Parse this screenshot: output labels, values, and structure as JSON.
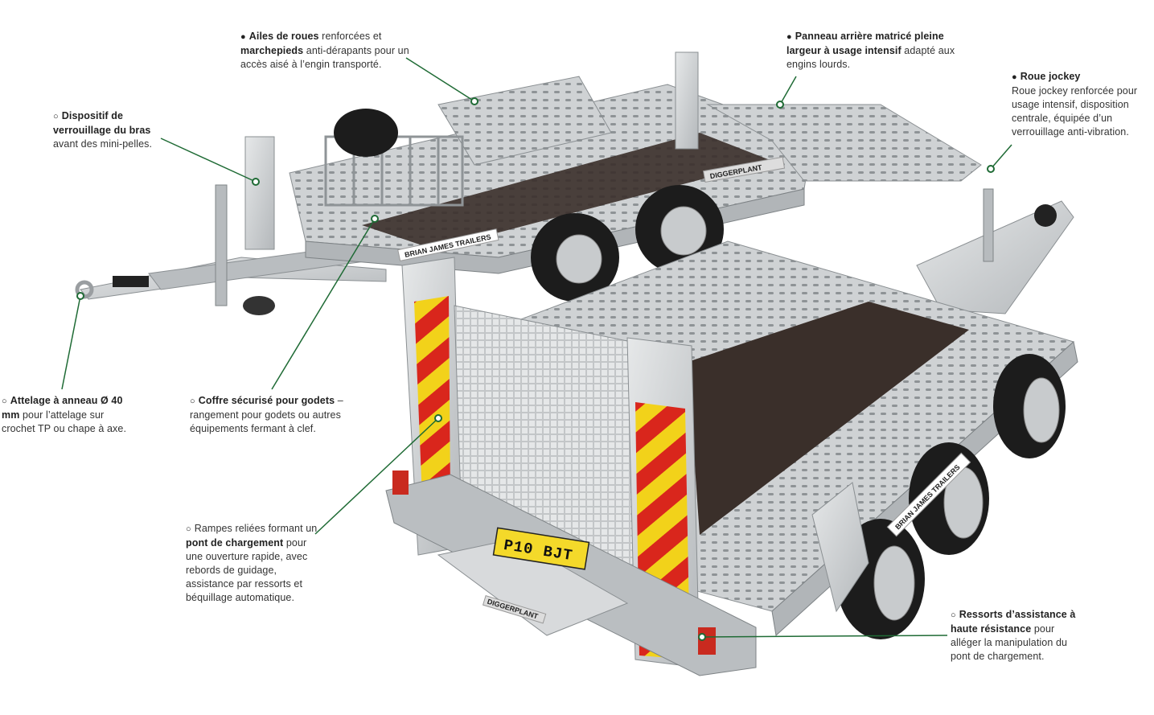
{
  "callouts": [
    {
      "id": "ailes",
      "bullet": "●",
      "parts": [
        {
          "t": "Ailes de roues",
          "b": true
        },
        {
          "t": " renforcées et ",
          "b": false
        },
        {
          "t": "marchepieds",
          "b": true
        },
        {
          "t": " anti-dérapants pour un accès aisé à l’engin transporté.",
          "b": false
        }
      ]
    },
    {
      "id": "panneau",
      "bullet": "●",
      "parts": [
        {
          "t": "Panneau arrière matricé pleine largeur à usage intensif",
          "b": true
        },
        {
          "t": " adapté aux engins lourds.",
          "b": false
        }
      ]
    },
    {
      "id": "roue",
      "bullet": "●",
      "parts": [
        {
          "t": "Roue jockey",
          "b": true
        },
        {
          "t": " Roue jockey renforcée pour usage intensif, disposition centrale, équipée d’un verrouillage anti-vibration.",
          "b": false
        }
      ]
    },
    {
      "id": "dispositif",
      "bullet": "○",
      "parts": [
        {
          "t": "Dispositif de verrouillage du bras",
          "b": true
        },
        {
          "t": " avant des mini-pelles.",
          "b": false
        }
      ]
    },
    {
      "id": "attelage",
      "bullet": "○",
      "parts": [
        {
          "t": "Attelage à anneau Ø 40 mm",
          "b": true
        },
        {
          "t": " pour l’attelage sur crochet TP ou chape à axe.",
          "b": false
        }
      ]
    },
    {
      "id": "coffre",
      "bullet": "○",
      "parts": [
        {
          "t": "Coffre sécurisé pour godets",
          "b": true
        },
        {
          "t": " – rangement pour godets ou autres équipements fermant à clef.",
          "b": false
        }
      ]
    },
    {
      "id": "rampes",
      "bullet": "○",
      "parts": [
        {
          "t": "Rampes reliées formant un ",
          "b": false
        },
        {
          "t": "pont de chargement",
          "b": true
        },
        {
          "t": " pour une ouverture rapide, avec rebords de guidage, assistance par ressorts et béquillage automatique.",
          "b": false
        }
      ]
    },
    {
      "id": "ressorts",
      "bullet": "○",
      "parts": [
        {
          "t": "Ressorts d’assistance à haute résistance",
          "b": true
        },
        {
          "t": " pour alléger la manipulation du pont de chargement.",
          "b": false
        }
      ]
    }
  ],
  "image": {
    "plate": "P10 BJT",
    "brand_side": "BRIAN JAMES TRAILERS",
    "brand_logo": "DIGGERPLANT",
    "colors": {
      "accent_line": "#1f6b35",
      "galvanized": "#c9ccce",
      "deck": "#3a2f2a",
      "chevron_red": "#d9261c",
      "chevron_yellow": "#f2d21a"
    }
  }
}
